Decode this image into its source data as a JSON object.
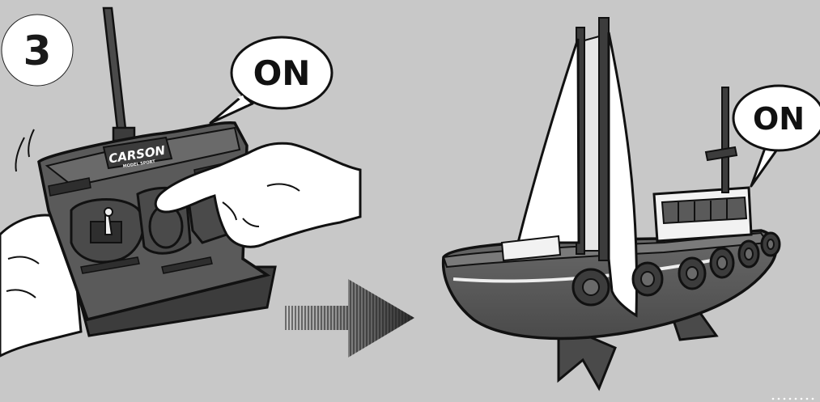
{
  "step": {
    "number": "3"
  },
  "transmitter": {
    "callout": "ON",
    "brand": "CARSON",
    "brand_sub": "MODEL SPORT"
  },
  "boat": {
    "callout": "ON"
  },
  "colors": {
    "background": "#c8c8c8",
    "badge": "#ffffff",
    "outline": "#111111",
    "body_dark": "#5a5a5a",
    "body_darker": "#3c3c3c"
  },
  "icons": {
    "arrow": "right-arrow-icon"
  }
}
